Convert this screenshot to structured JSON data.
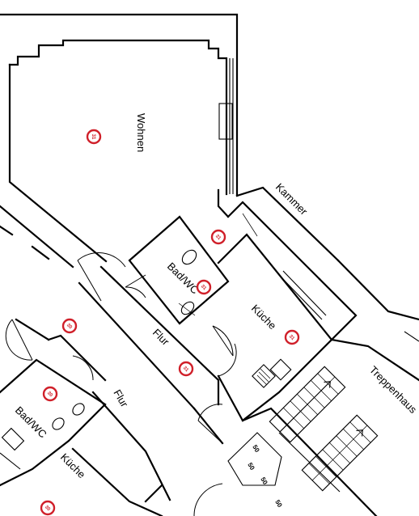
{
  "rooms": {
    "wohnen": "Wohnen",
    "kammer": "Kammer",
    "bad_upper": "Bad/WC",
    "kueche_upper": "Küche",
    "flur_upper": "Flur",
    "treppenhaus": "Treppenhaus",
    "flur_lower": "Flur",
    "bad_lower": "Bad/WC",
    "kueche_lower": "Küche"
  },
  "markers": {
    "wohnen": "31",
    "kammer": "31",
    "bad_upper": "31",
    "kueche_upper": "31",
    "flur_upper": "31",
    "flur_lower": "30",
    "bad_lower": "30",
    "kueche_lower": "30"
  },
  "stair_labels": {
    "s1": "50",
    "s2": "50",
    "s3": "50",
    "s4": "50"
  },
  "colors": {
    "marker": "#d0202a",
    "lines": "#000000",
    "background": "#ffffff"
  }
}
